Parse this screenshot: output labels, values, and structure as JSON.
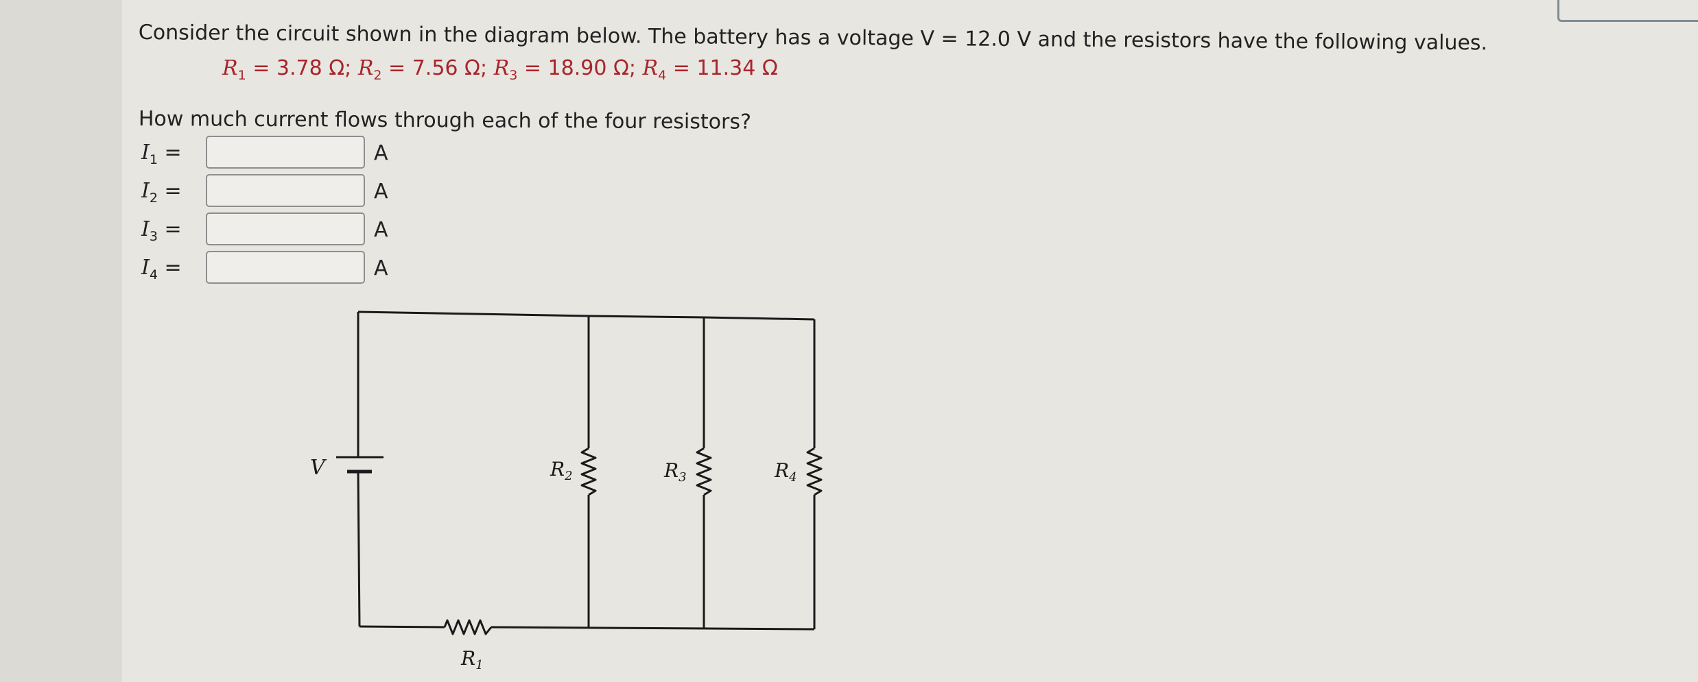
{
  "question": {
    "intro": "Consider the circuit shown in the diagram below. The battery has a voltage V = 12.0 V and the resistors have the following values.",
    "values": [
      {
        "sym": "R",
        "sub": "1",
        "eq": " = 3.78 Ω"
      },
      {
        "sym": "R",
        "sub": "2",
        "eq": " = 7.56 Ω"
      },
      {
        "sym": "R",
        "sub": "3",
        "eq": " = 18.90 Ω"
      },
      {
        "sym": "R",
        "sub": "4",
        "eq": " = 11.34 Ω"
      }
    ],
    "separator": "; ",
    "prompt": "How much current flows through each of the four resistors?"
  },
  "answers": [
    {
      "sym": "I",
      "sub": "1",
      "eq": "=",
      "value": "",
      "unit": "A"
    },
    {
      "sym": "I",
      "sub": "2",
      "eq": "=",
      "value": "",
      "unit": "A"
    },
    {
      "sym": "I",
      "sub": "3",
      "eq": "=",
      "value": "",
      "unit": "A"
    },
    {
      "sym": "I",
      "sub": "4",
      "eq": "=",
      "value": "",
      "unit": "A"
    }
  ],
  "circuit": {
    "battery_label": "V",
    "r1": {
      "sym": "R",
      "sub": "1"
    },
    "r2": {
      "sym": "R",
      "sub": "2"
    },
    "r3": {
      "sym": "R",
      "sub": "3"
    },
    "r4": {
      "sym": "R",
      "sub": "4"
    }
  },
  "colors": {
    "given_values": "#a8252b",
    "text": "#222222",
    "wire": "#1a1a1a"
  }
}
